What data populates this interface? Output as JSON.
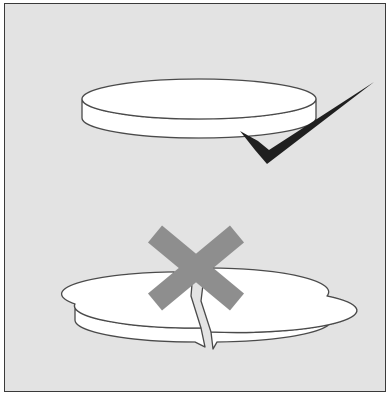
{
  "figure": {
    "background_color": "#e3e3e3",
    "frame_color": "#3a3a3a",
    "panels": [
      {
        "id": "correct",
        "depiction": "whole-tablet",
        "mark_icon": "checkmark-icon",
        "mark_color": "#1f1f1f"
      },
      {
        "id": "incorrect",
        "depiction": "split-tablet",
        "mark_icon": "cross-icon",
        "mark_color": "#8e8e8e"
      }
    ],
    "tablet": {
      "fill_color": "#ffffff",
      "outline_color": "#4a4a4a"
    }
  }
}
